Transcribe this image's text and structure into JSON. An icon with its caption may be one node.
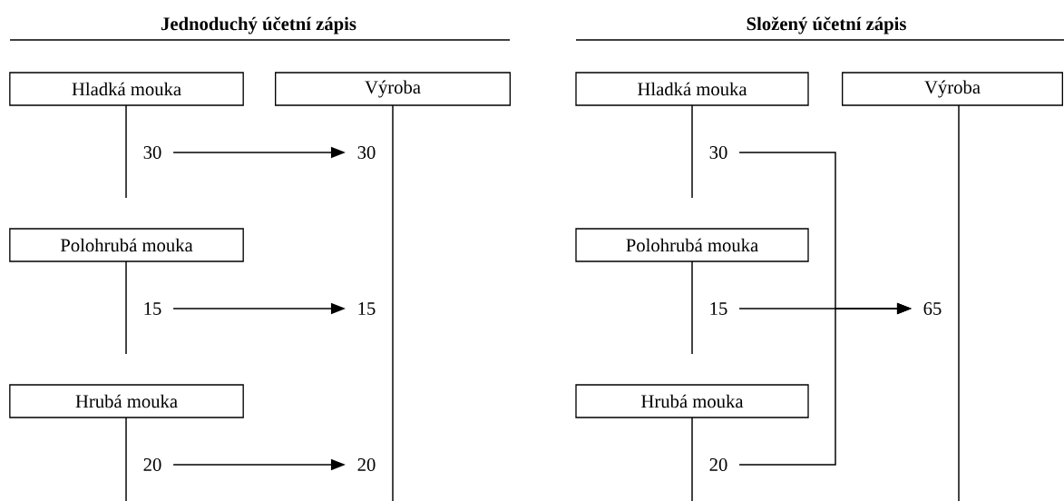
{
  "diagram": {
    "nodes": [
      {
        "text": [
          "Hladká mouka"
        ]
      },
      {
        "text": [
          "Výroba"
        ]
      },
      {
        "text": [
          "Polohrubá mouka"
        ]
      },
      {
        "text": [
          "Hrubá mouka"
        ]
      },
      {
        "text": [
          "30"
        ]
      },
      {
        "text": [
          "30"
        ]
      },
      {
        "text": [
          "15"
        ]
      },
      {
        "text": [
          "15"
        ]
      },
      {
        "text": [
          "20"
        ]
      },
      {
        "text": [
          "20"
        ]
      },
      {
        "text": [
          "Hladká mouka"
        ]
      },
      {
        "text": [
          "Výroba"
        ]
      },
      {
        "text": [
          "Polohrubá mouka"
        ]
      },
      {
        "text": [
          "Hrubá mouka"
        ]
      },
      {
        "text": [
          "30"
        ]
      },
      {
        "text": [
          "15"
        ]
      },
      {
        "text": [
          "65"
        ]
      },
      {
        "text": [
          "20"
        ]
      }
    ],
    "edges": [
      {
        "from": 4,
        "to": 5,
        "arrow": "to"
      },
      {
        "from": 6,
        "to": 7,
        "arrow": "to"
      },
      {
        "from": 8,
        "to": 9,
        "arrow": "to"
      },
      {
        "from": 14,
        "to": 16,
        "arrow": "to"
      },
      {
        "from": 15,
        "to": 16,
        "arrow": "to"
      },
      {
        "from": 17,
        "to": 16,
        "arrow": "to"
      }
    ],
    "labels": [
      "Jednoduchý účetní zápis",
      "Složený účetní zápis"
    ]
  }
}
